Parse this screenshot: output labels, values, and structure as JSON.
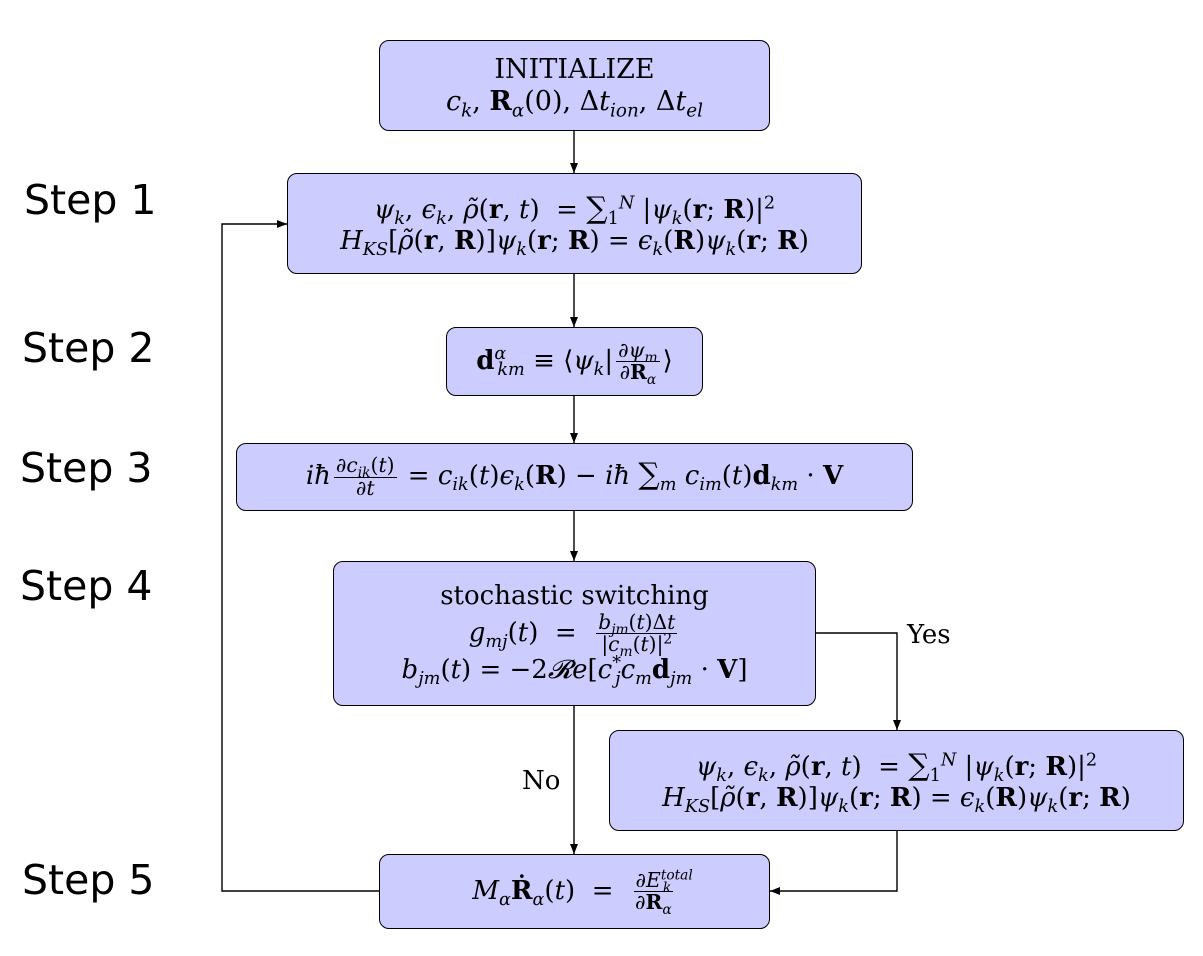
{
  "steps": [
    "Step 1",
    "Step 2",
    "Step 3",
    "Step 4",
    "Step 5"
  ],
  "edge_labels": {
    "yes": "Yes",
    "no": "No"
  },
  "boxes": {
    "initialize": {
      "title": "INITIALIZE"
    },
    "switching": {
      "title": "stochastic switching"
    }
  },
  "colors": {
    "box_fill": "#ccccff",
    "stroke": "#000000"
  }
}
